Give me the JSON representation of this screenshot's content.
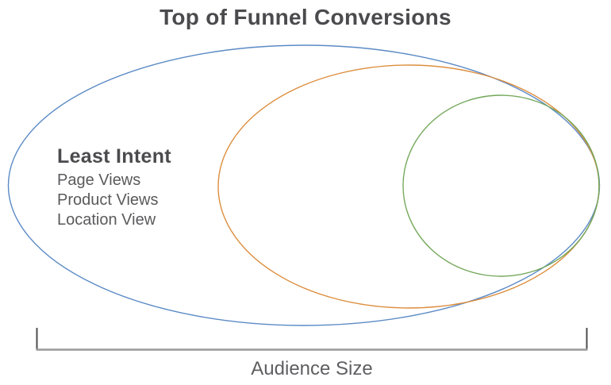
{
  "title": "Top of Funnel Conversions",
  "rings": [
    {
      "name": "outer-audience-ellipse",
      "color": "#5b8ac5"
    },
    {
      "name": "middle-audience-ellipse",
      "color": "#dc8e3e"
    },
    {
      "name": "inner-audience-circle",
      "color": "#74a85b"
    }
  ],
  "label_block": {
    "heading": "Least Intent",
    "items": [
      "Page Views",
      "Product Views",
      "Location View"
    ]
  },
  "bracket": {
    "label": "Audience Size",
    "line_color": "#999999",
    "tick_color": "#4d4d4d"
  },
  "colors": {
    "title_text": "#4b4b4e",
    "heading_text": "#4b4b4e",
    "body_text": "#5a5a5c",
    "bracket_label_text": "#5f5f62",
    "background": "#ffffff"
  }
}
